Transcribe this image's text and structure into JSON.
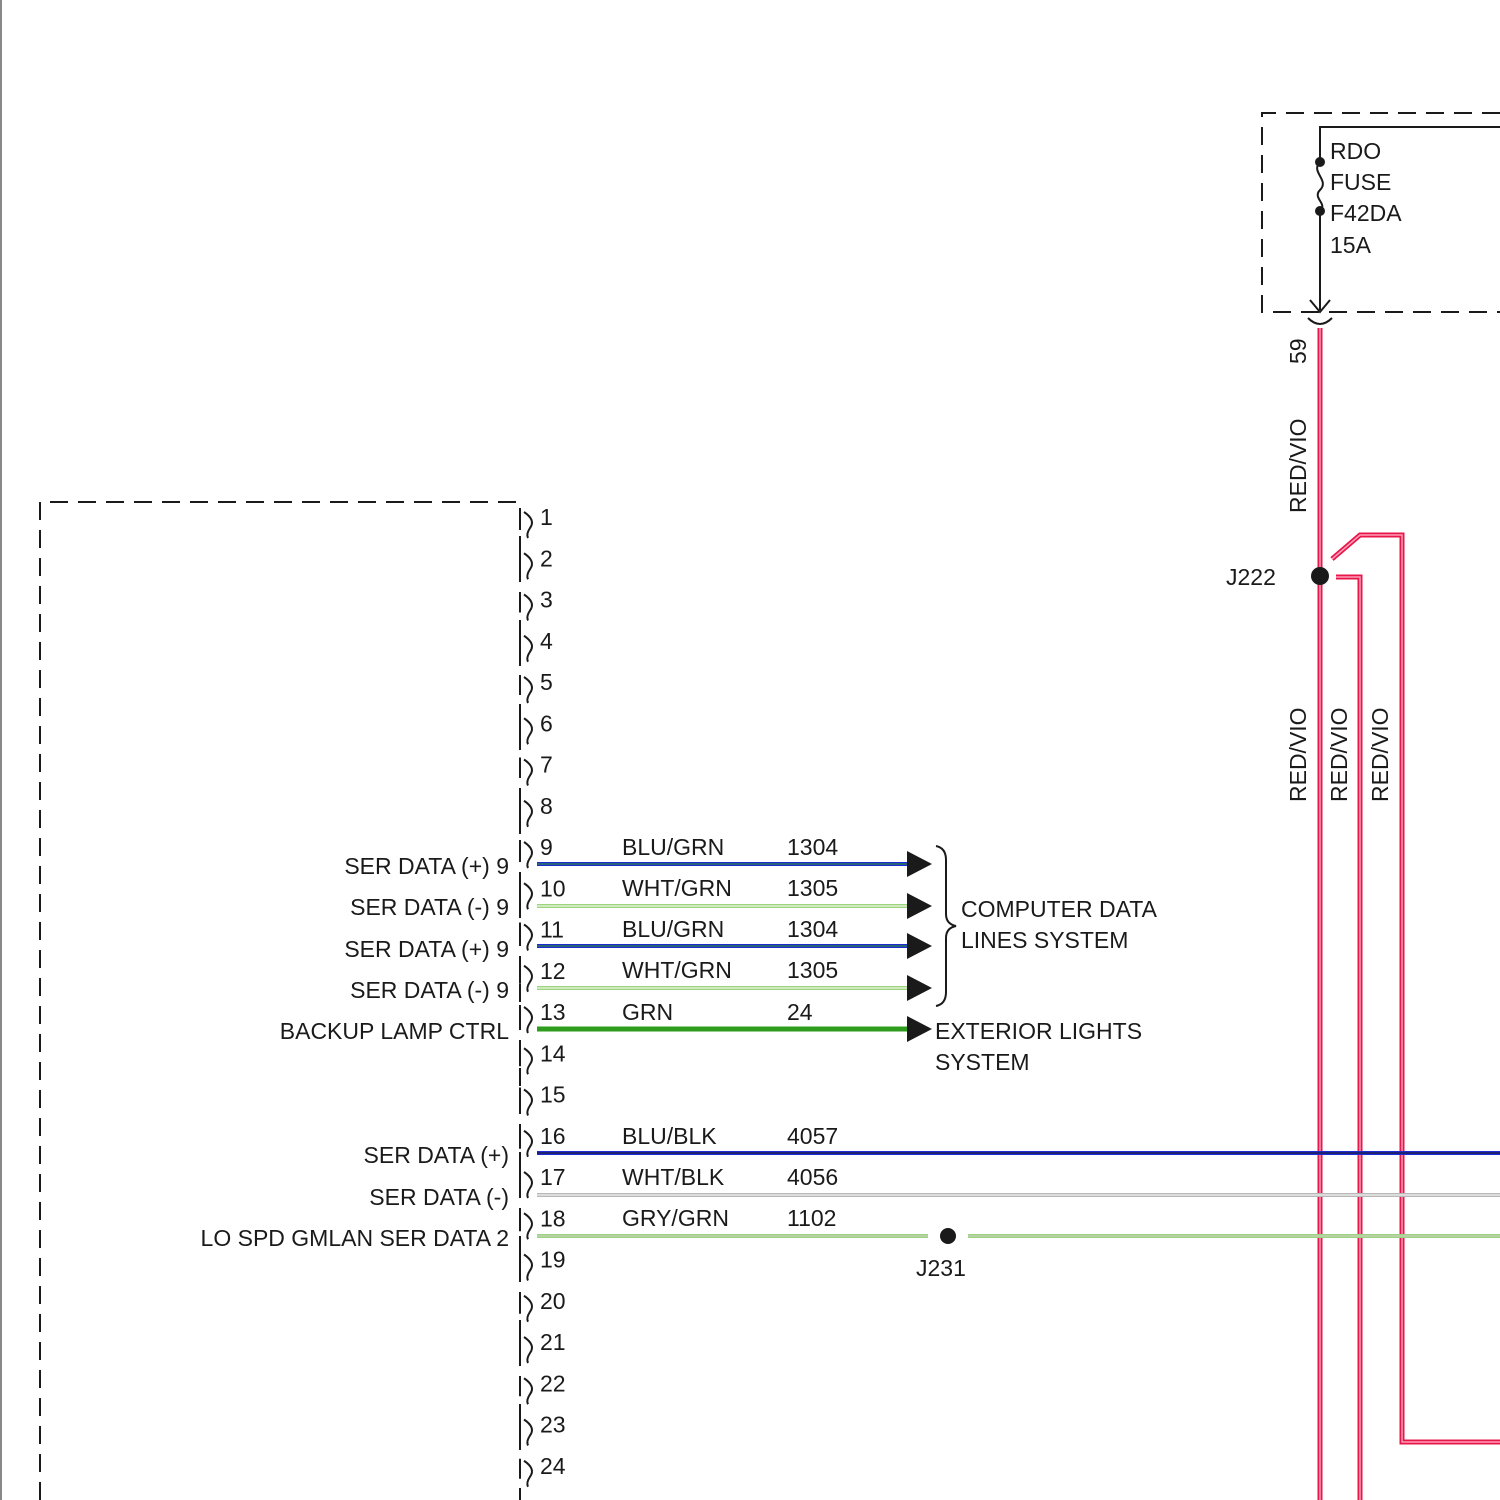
{
  "fuse_box": {
    "label_lines": [
      "RDO",
      "FUSE",
      "F42DA",
      "15A"
    ],
    "output_pin": "59"
  },
  "power_feed": {
    "wire_color_label": "RED/VIO",
    "splice": "J222",
    "branch_labels": [
      "RED/VIO",
      "RED/VIO",
      "RED/VIO"
    ]
  },
  "connector": {
    "pins": [
      "1",
      "2",
      "3",
      "4",
      "5",
      "6",
      "7",
      "8",
      "9",
      "10",
      "11",
      "12",
      "13",
      "14",
      "15",
      "16",
      "17",
      "18",
      "19",
      "20",
      "21",
      "22",
      "23",
      "24"
    ]
  },
  "circuits": [
    {
      "pin": "9",
      "function": "SER DATA (+) 9",
      "wire_color": "BLU/GRN",
      "circuit": "1304"
    },
    {
      "pin": "10",
      "function": "SER DATA (-) 9",
      "wire_color": "WHT/GRN",
      "circuit": "1305"
    },
    {
      "pin": "11",
      "function": "SER DATA (+) 9",
      "wire_color": "BLU/GRN",
      "circuit": "1304"
    },
    {
      "pin": "12",
      "function": "SER DATA (-) 9",
      "wire_color": "WHT/GRN",
      "circuit": "1305"
    },
    {
      "pin": "13",
      "function": "BACKUP LAMP CTRL",
      "wire_color": "GRN",
      "circuit": "24"
    },
    {
      "pin": "16",
      "function": "SER DATA (+)",
      "wire_color": "BLU/BLK",
      "circuit": "4057"
    },
    {
      "pin": "17",
      "function": "SER DATA (-)",
      "wire_color": "WHT/BLK",
      "circuit": "4056"
    },
    {
      "pin": "18",
      "function": "LO SPD GMLAN SER DATA 2",
      "wire_color": "GRY/GRN",
      "circuit": "1102"
    }
  ],
  "destinations": {
    "computer_data": [
      "COMPUTER DATA",
      "LINES SYSTEM"
    ],
    "exterior_lights": [
      "EXTERIOR LIGHTS",
      "SYSTEM"
    ]
  },
  "splice_j231": "J231",
  "colors": {
    "power_red": "#e8174a",
    "power_pink": "#ff9db8",
    "blue": "#1f2bd0",
    "green": "#2e9d1e",
    "light_green": "#9fd47e",
    "gray": "#b8b8b8",
    "ink": "#1a1a1a"
  }
}
